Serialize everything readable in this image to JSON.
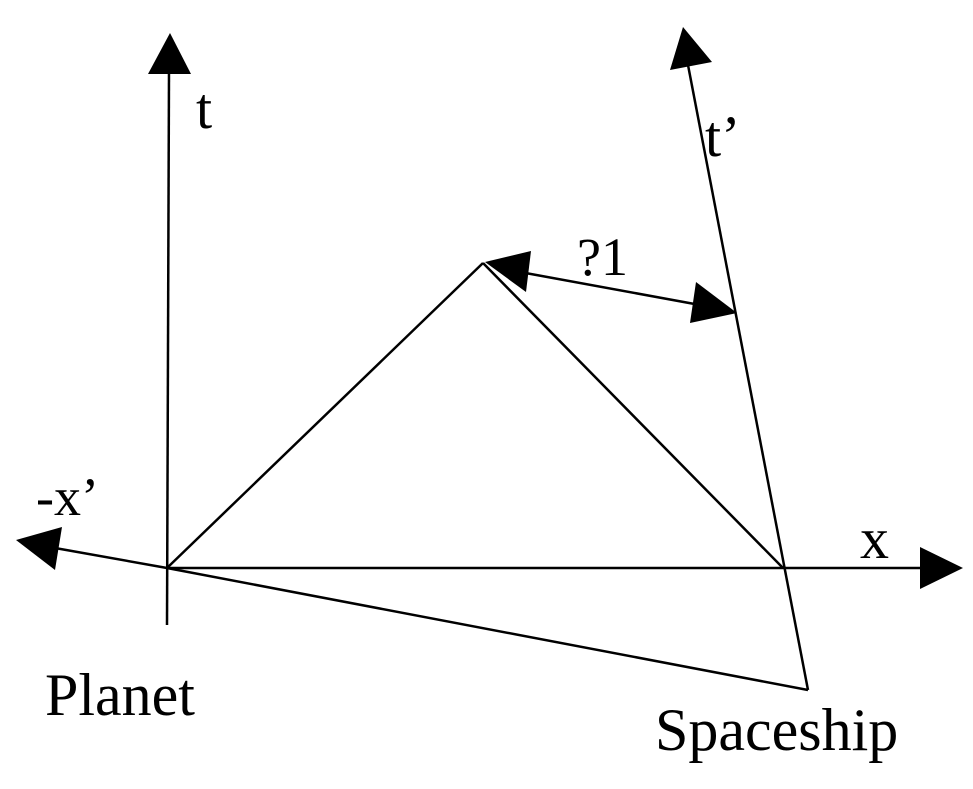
{
  "diagram": {
    "type": "spacetime-diagram",
    "labels": {
      "t_axis": "t",
      "t_prime_axis": "t’",
      "x_axis": "x",
      "neg_x_prime_axis": "-x’",
      "distance_marker": "?1",
      "planet": "Planet",
      "spaceship": "Spaceship"
    },
    "colors": {
      "stroke": "#000000",
      "background": "#ffffff"
    }
  }
}
